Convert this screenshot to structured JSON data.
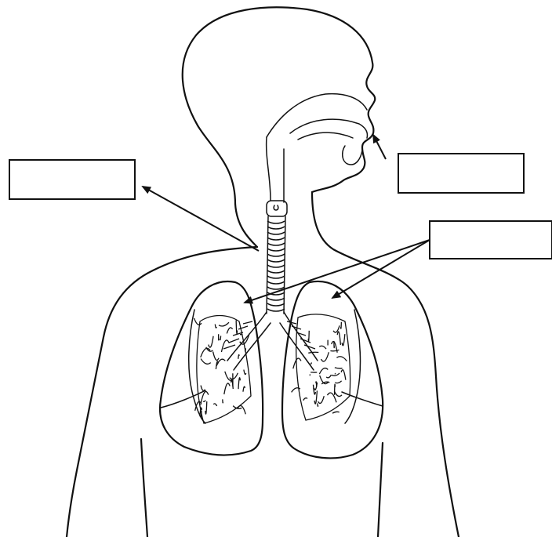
{
  "labels": [
    {
      "id": "left",
      "text": ""
    },
    {
      "id": "mouth",
      "text": ""
    },
    {
      "id": "lungs",
      "text": ""
    }
  ],
  "colors": {
    "ink": "#111111",
    "background": "#ffffff"
  }
}
